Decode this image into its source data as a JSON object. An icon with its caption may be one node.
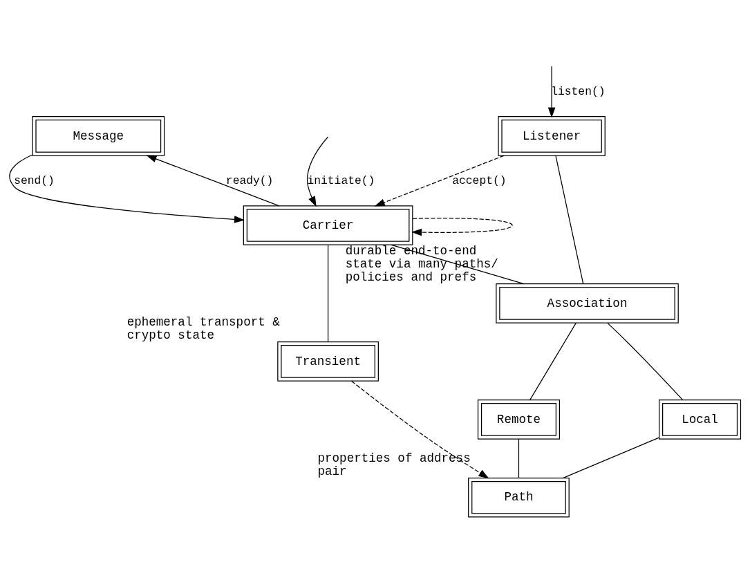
{
  "diagram": {
    "nodes": [
      {
        "text": [
          "Message"
        ]
      },
      {
        "text": [
          "Carrier"
        ]
      },
      {
        "text": [
          "Listener"
        ]
      },
      {
        "text": [
          "Association"
        ],
        "beside": [
          "durable end-to-end state via many paths/ policies and prefs"
        ]
      },
      {
        "text": [
          "Local"
        ]
      },
      {
        "text": [
          "Remote"
        ]
      },
      {
        "text": [
          "Transient"
        ],
        "beside": [
          "ephemeral transport & crypto state"
        ]
      },
      {
        "text": [
          "Path"
        ],
        "beside": [
          "properties of address pair"
        ]
      }
    ],
    "edges": [
      {
        "from": 0,
        "to": 1,
        "arrow": "to",
        "label": "send()"
      },
      {
        "from": 1,
        "to": 0,
        "arrow": "to",
        "label": "ready()"
      },
      {
        "from": null,
        "to": 1,
        "arrow": "to",
        "label": "initiate()"
      },
      {
        "from": null,
        "to": 2,
        "arrow": "to",
        "label": "listen()"
      },
      {
        "from": 2,
        "to": 1,
        "arrow": "to",
        "label": "accept()",
        "style": "dashed"
      },
      {
        "from": 1,
        "to": 1,
        "arrow": "to",
        "style": "dashed"
      },
      {
        "from": 1,
        "to": 6,
        "arrow": "none"
      },
      {
        "from": 1,
        "to": 3,
        "arrow": "none"
      },
      {
        "from": 2,
        "to": 3,
        "arrow": "none"
      },
      {
        "from": 3,
        "to": 4,
        "arrow": "none"
      },
      {
        "from": 3,
        "to": 5,
        "arrow": "none"
      },
      {
        "from": 4,
        "to": 7,
        "arrow": "none"
      },
      {
        "from": 5,
        "to": 7,
        "arrow": "none"
      },
      {
        "from": 6,
        "to": 7,
        "arrow": "to",
        "style": "dashed"
      }
    ]
  }
}
